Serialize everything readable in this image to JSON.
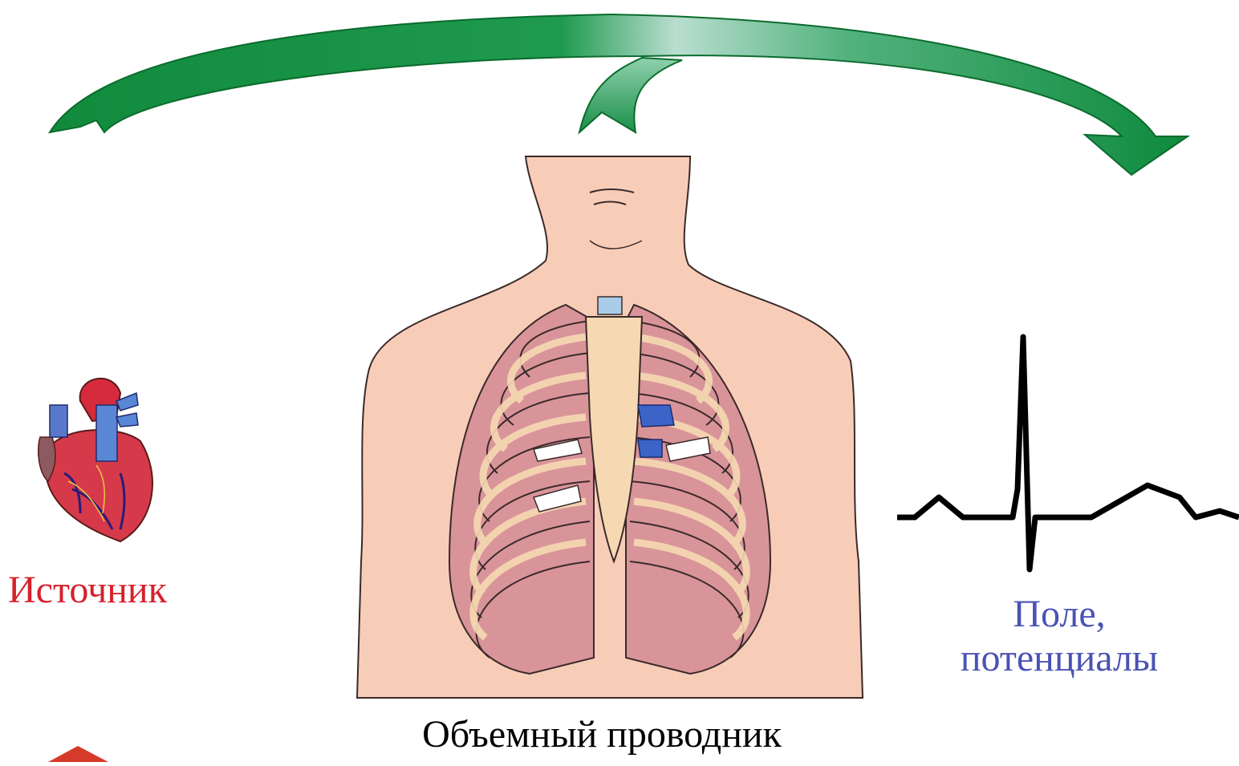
{
  "labels": {
    "source": "Источник",
    "field_line1": "Поле,",
    "field_line2": "потенциалы",
    "conductor": "Объемный проводник"
  },
  "colors": {
    "source_text": "#d6212b",
    "field_text": "#4a52b5",
    "arrow_green": "#1f9a4f",
    "arrow_light": "#b9ded0",
    "skin": "#f7c9b3",
    "lung": "#d98f95",
    "rib": "#f6d9b3",
    "ecg": "#000000"
  },
  "icons": {
    "heart": "heart-icon",
    "arrow": "curved-double-arrow",
    "torso": "torso-ribcage",
    "ecg": "ecg-waveform"
  }
}
